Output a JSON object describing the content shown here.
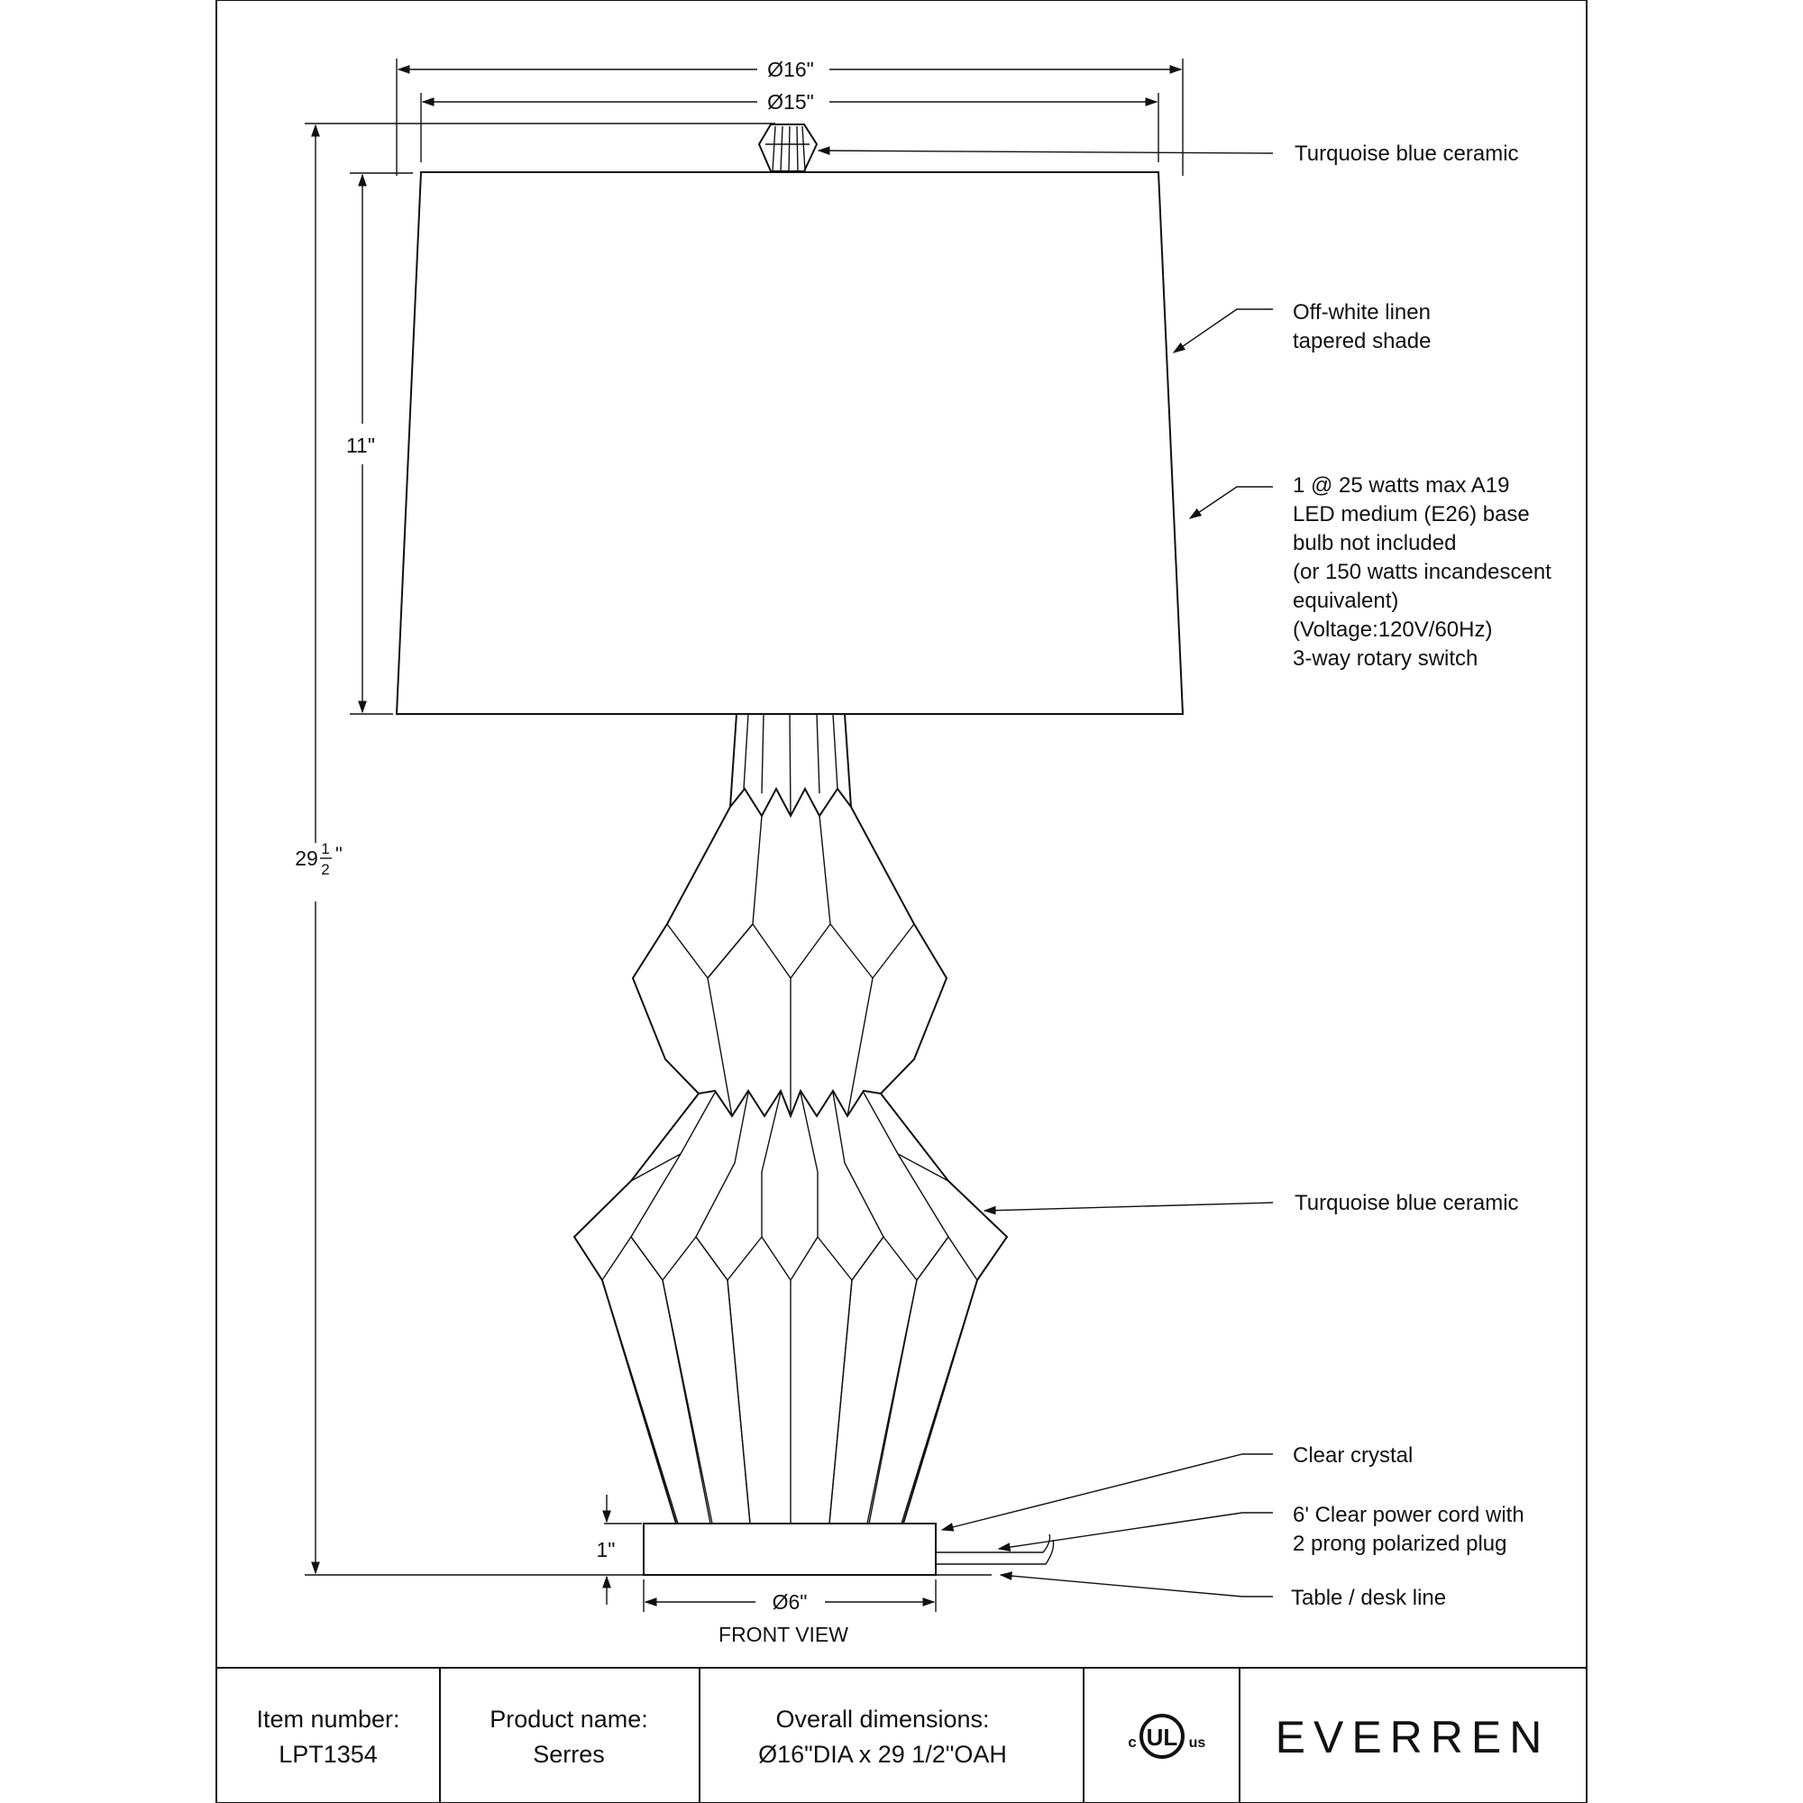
{
  "dimensions": {
    "top_outer_diameter": "Ø16\"",
    "top_inner_diameter": "Ø15\"",
    "shade_height": "11\"",
    "total_height_whole": "29",
    "total_height_num": "1",
    "total_height_den": "2",
    "base_height": "1\"",
    "base_diameter": "Ø6\""
  },
  "view_label": "FRONT VIEW",
  "callouts": {
    "finial": [
      "Turquoise blue ceramic"
    ],
    "shade": [
      "Off-white linen",
      "tapered shade"
    ],
    "bulb": [
      "1 @ 25 watts max A19",
      "LED medium (E26) base",
      "bulb not included",
      "(or 150 watts incandescent",
      "equivalent)",
      "(Voltage:120V/60Hz)",
      "3-way rotary switch"
    ],
    "body": [
      "Turquoise blue ceramic"
    ],
    "base": [
      "Clear crystal"
    ],
    "cord": [
      "6' Clear power cord with",
      "2 prong polarized plug"
    ],
    "table": [
      "Table / desk line"
    ]
  },
  "footer": {
    "item_label": "Item number:",
    "item_value": "LPT1354",
    "product_label": "Product name:",
    "product_value": "Serres",
    "overall_label": "Overall dimensions:",
    "overall_value": "Ø16\"DIA x 29 1/2\"OAH",
    "cert_left": "c",
    "cert_mid": "UL",
    "cert_right": "us",
    "brand": "EVERREN"
  }
}
